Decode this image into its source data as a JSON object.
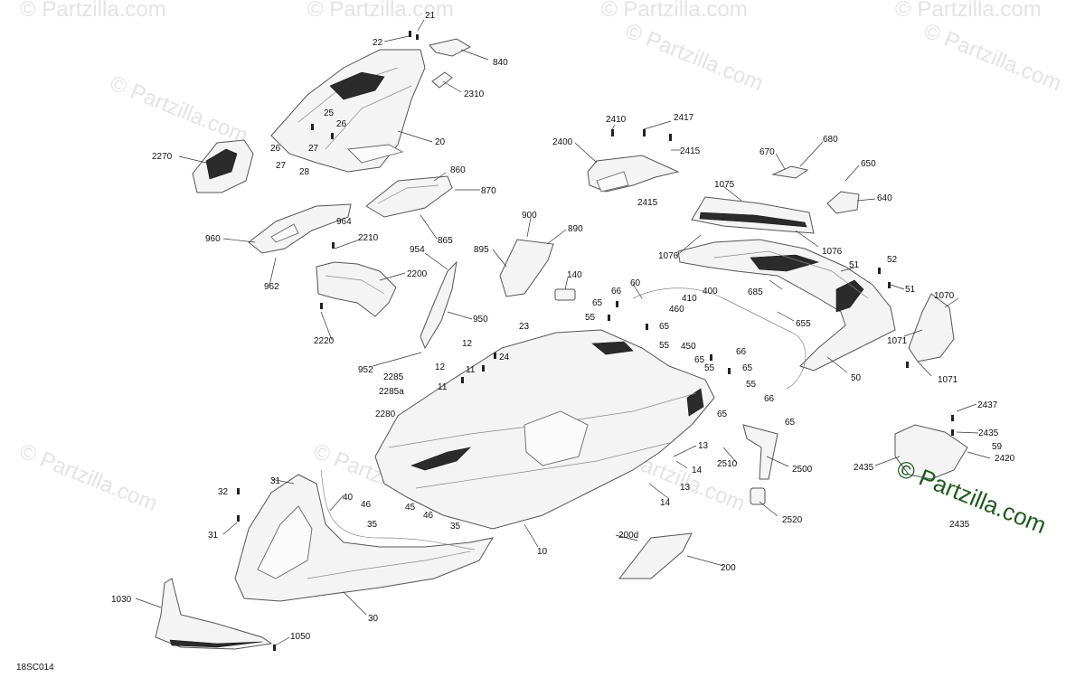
{
  "diagram": {
    "code": "18SC014",
    "watermark": "© Partzilla.com",
    "brand": "© Partzilla.com",
    "callouts": [
      "21",
      "22",
      "840",
      "2310",
      "20",
      "25",
      "26",
      "26",
      "27",
      "27",
      "28",
      "2270",
      "860",
      "870",
      "865",
      "964",
      "960",
      "962",
      "2210",
      "2200",
      "2220",
      "954",
      "950",
      "952",
      "2410",
      "2417",
      "2400",
      "2415",
      "2415",
      "670",
      "680",
      "650",
      "640",
      "1075",
      "1076",
      "1076",
      "900",
      "890",
      "895",
      "140",
      "60",
      "66",
      "65",
      "55",
      "65",
      "55",
      "410",
      "460",
      "450",
      "400",
      "685",
      "655",
      "51",
      "52",
      "51",
      "50",
      "1070",
      "1071",
      "1071",
      "23",
      "24",
      "12",
      "11",
      "12",
      "11",
      "2285",
      "2285a",
      "2280",
      "66",
      "65",
      "55",
      "65",
      "55",
      "66",
      "65",
      "65",
      "13",
      "14",
      "13",
      "14",
      "2510",
      "2500",
      "2520",
      "2437",
      "2435",
      "59",
      "2420",
      "2435",
      "2435",
      "31",
      "32",
      "31",
      "40",
      "46",
      "45",
      "46",
      "35",
      "35",
      "10",
      "200d",
      "200",
      "1030",
      "30",
      "1050"
    ]
  }
}
